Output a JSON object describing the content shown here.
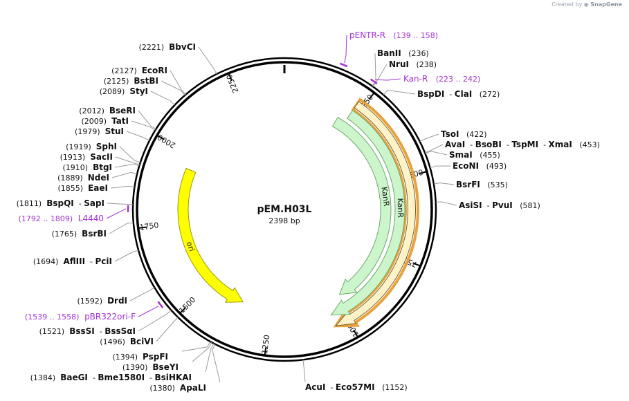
{
  "header": {
    "credit_prefix": "Created by",
    "credit_brand": "SnapGene"
  },
  "plasmid": {
    "name": "pEM.H03L",
    "length_label": "2398 bp",
    "length": 2398
  },
  "ticks": [
    {
      "pos": 250,
      "label": "250"
    },
    {
      "pos": 500,
      "label": "500"
    },
    {
      "pos": 750,
      "label": "750"
    },
    {
      "pos": 1000,
      "label": "1000"
    },
    {
      "pos": 1250,
      "label": "1250"
    },
    {
      "pos": 1500,
      "label": "1500"
    },
    {
      "pos": 1750,
      "label": "1750"
    },
    {
      "pos": 2000,
      "label": "2000"
    },
    {
      "pos": 2250,
      "label": "2250"
    }
  ],
  "features": [
    {
      "name": "KanR",
      "start": 230,
      "end": 1040,
      "ring": 1,
      "color": "#ccf5cc",
      "stroke": "#6aa86a",
      "outline": "#e8a23c"
    },
    {
      "name": "KanR",
      "start": 230,
      "end": 1040,
      "ring": 2,
      "color": "#ccf5cc",
      "stroke": "#6aa86a"
    },
    {
      "name": "KanR",
      "start": 200,
      "end": 980,
      "ring": 3,
      "color": "#ccf5cc",
      "stroke": "#6aa86a"
    },
    {
      "name": "ori",
      "start": 1950,
      "end": 1360,
      "ring": 3,
      "color": "#ffff00",
      "stroke": "#9a9a00"
    }
  ],
  "sites_right": [
    {
      "parts": [
        {
          "name": "BanII"
        }
      ],
      "pos_text": "(236)"
    },
    {
      "parts": [
        {
          "name": "NruI"
        }
      ],
      "pos_text": "(238)"
    },
    {
      "parts": [
        {
          "name": "BspDI"
        },
        {
          "name": "ClaI"
        }
      ],
      "pos_text": "(272)"
    },
    {
      "parts": [
        {
          "name": "TsoI"
        }
      ],
      "pos_text": "(422)"
    },
    {
      "parts": [
        {
          "name": "AvaI"
        },
        {
          "name": "BsoBI"
        },
        {
          "name": "TspMI"
        },
        {
          "name": "XmaI"
        }
      ],
      "pos_text": "(453)"
    },
    {
      "parts": [
        {
          "name": "SmaI"
        }
      ],
      "pos_text": "(455)"
    },
    {
      "parts": [
        {
          "name": "EcoNI"
        }
      ],
      "pos_text": "(493)"
    },
    {
      "parts": [
        {
          "name": "BsrFI"
        }
      ],
      "pos_text": "(535)"
    },
    {
      "parts": [
        {
          "name": "AsiSI"
        },
        {
          "name": "PvuI"
        }
      ],
      "pos_text": "(581)"
    },
    {
      "parts": [
        {
          "name": "AcuI"
        },
        {
          "name": "Eco57MI"
        }
      ],
      "pos_text": "(1152)"
    }
  ],
  "sites_left": [
    {
      "parts": [
        {
          "name": "BbvCI"
        }
      ],
      "pos_text": "(2221)"
    },
    {
      "parts": [
        {
          "name": "EcoRI"
        }
      ],
      "pos_text": "(2127)"
    },
    {
      "parts": [
        {
          "name": "BstBI"
        }
      ],
      "pos_text": "(2125)"
    },
    {
      "parts": [
        {
          "name": "StyI"
        }
      ],
      "pos_text": "(2089)"
    },
    {
      "parts": [
        {
          "name": "BseRI"
        }
      ],
      "pos_text": "(2012)"
    },
    {
      "parts": [
        {
          "name": "TatI"
        }
      ],
      "pos_text": "(2009)"
    },
    {
      "parts": [
        {
          "name": "StuI"
        }
      ],
      "pos_text": "(1979)"
    },
    {
      "parts": [
        {
          "name": "SphI"
        }
      ],
      "pos_text": "(1919)"
    },
    {
      "parts": [
        {
          "name": "SacII"
        }
      ],
      "pos_text": "(1913)"
    },
    {
      "parts": [
        {
          "name": "BtgI"
        }
      ],
      "pos_text": "(1910)"
    },
    {
      "parts": [
        {
          "name": "NdeI"
        }
      ],
      "pos_text": "(1889)"
    },
    {
      "parts": [
        {
          "name": "EaeI"
        }
      ],
      "pos_text": "(1855)"
    },
    {
      "parts": [
        {
          "name": "BspQI"
        },
        {
          "name": "SapI"
        }
      ],
      "pos_text": "(1811)"
    },
    {
      "parts": [
        {
          "name": "BsrBI"
        }
      ],
      "pos_text": "(1765)"
    },
    {
      "parts": [
        {
          "name": "AflIII"
        },
        {
          "name": "PciI"
        }
      ],
      "pos_text": "(1694)"
    },
    {
      "parts": [
        {
          "name": "DrdI"
        }
      ],
      "pos_text": "(1592)"
    },
    {
      "parts": [
        {
          "name": "BssSI"
        },
        {
          "name": "BssSαI"
        }
      ],
      "pos_text": "(1521)"
    },
    {
      "parts": [
        {
          "name": "BciVI"
        }
      ],
      "pos_text": "(1496)"
    },
    {
      "parts": [
        {
          "name": "PspFI"
        }
      ],
      "pos_text": "(1394)"
    },
    {
      "parts": [
        {
          "name": "BseYI"
        }
      ],
      "pos_text": "(1390)"
    },
    {
      "parts": [
        {
          "name": "BaeGI"
        },
        {
          "name": "Bme1580I"
        },
        {
          "name": "BsiHKAI"
        }
      ],
      "pos_text": "(1384)"
    },
    {
      "parts": [
        {
          "name": "ApaLI"
        }
      ],
      "pos_text": "(1380)"
    }
  ],
  "primers": [
    {
      "name": "pENTR-R",
      "range": "(139 .. 158)",
      "side": "right",
      "start": 139,
      "end": 158
    },
    {
      "name": "Kan-R",
      "range": "(223 .. 242)",
      "side": "right",
      "start": 223,
      "end": 242
    },
    {
      "name": "L4440",
      "range": "(1792 .. 1809)",
      "side": "left",
      "start": 1792,
      "end": 1809
    },
    {
      "name": "pBR322ori-F",
      "range": "(1539 .. 1558)",
      "side": "left",
      "start": 1539,
      "end": 1558
    }
  ]
}
